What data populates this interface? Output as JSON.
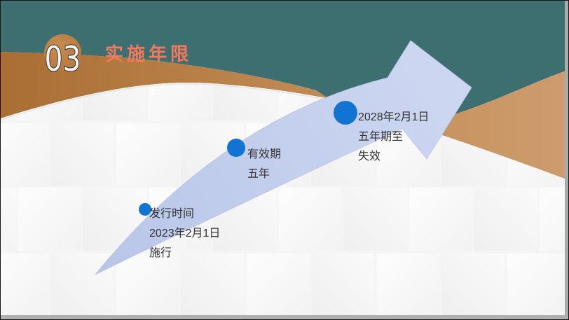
{
  "slide": {
    "badge": {
      "number": "03"
    },
    "title": "实施年限",
    "milestones": [
      {
        "lines": [
          "发行时间",
          "2023年2月1日",
          "施行"
        ]
      },
      {
        "lines": [
          "有效期",
          "五年"
        ]
      },
      {
        "lines": [
          "2028年2月1日",
          "五年期至",
          "失效"
        ]
      }
    ],
    "colors": {
      "teal_background": "#3D6F70",
      "brown_wave_dark": "#A96E34",
      "brown_wave_light": "#CE9C6D",
      "arrow_fill": "#C7D2EE",
      "milestone_dot": "#1173D2",
      "title_accent": "#F4785B",
      "body_text": "#333333"
    }
  }
}
